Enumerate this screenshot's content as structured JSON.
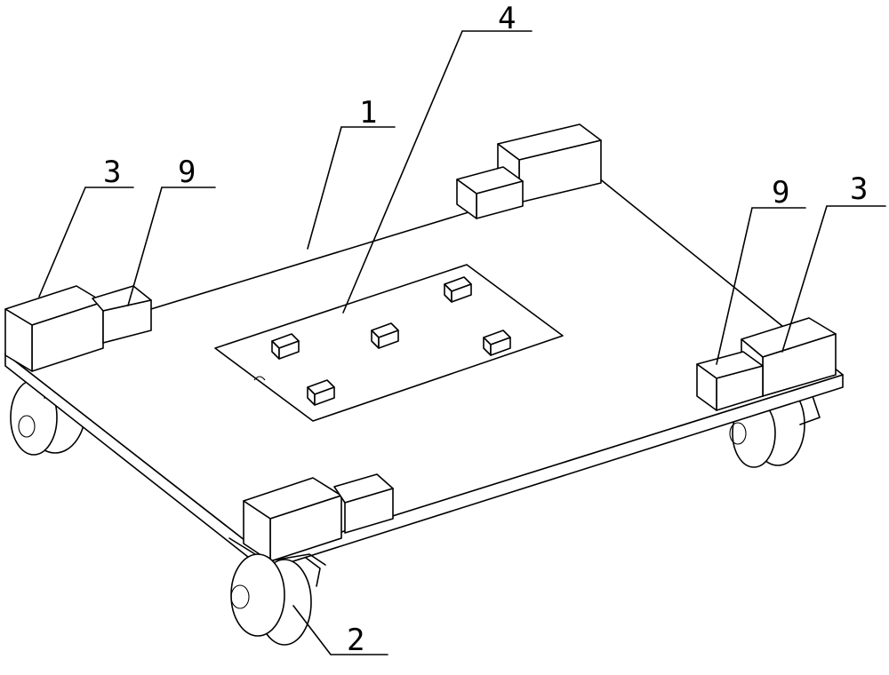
{
  "labels": {
    "plate": "1",
    "caster": "2",
    "block_left": "3",
    "block_right": "3",
    "board": "4",
    "small_block_left": "9",
    "small_block_right": "9"
  }
}
